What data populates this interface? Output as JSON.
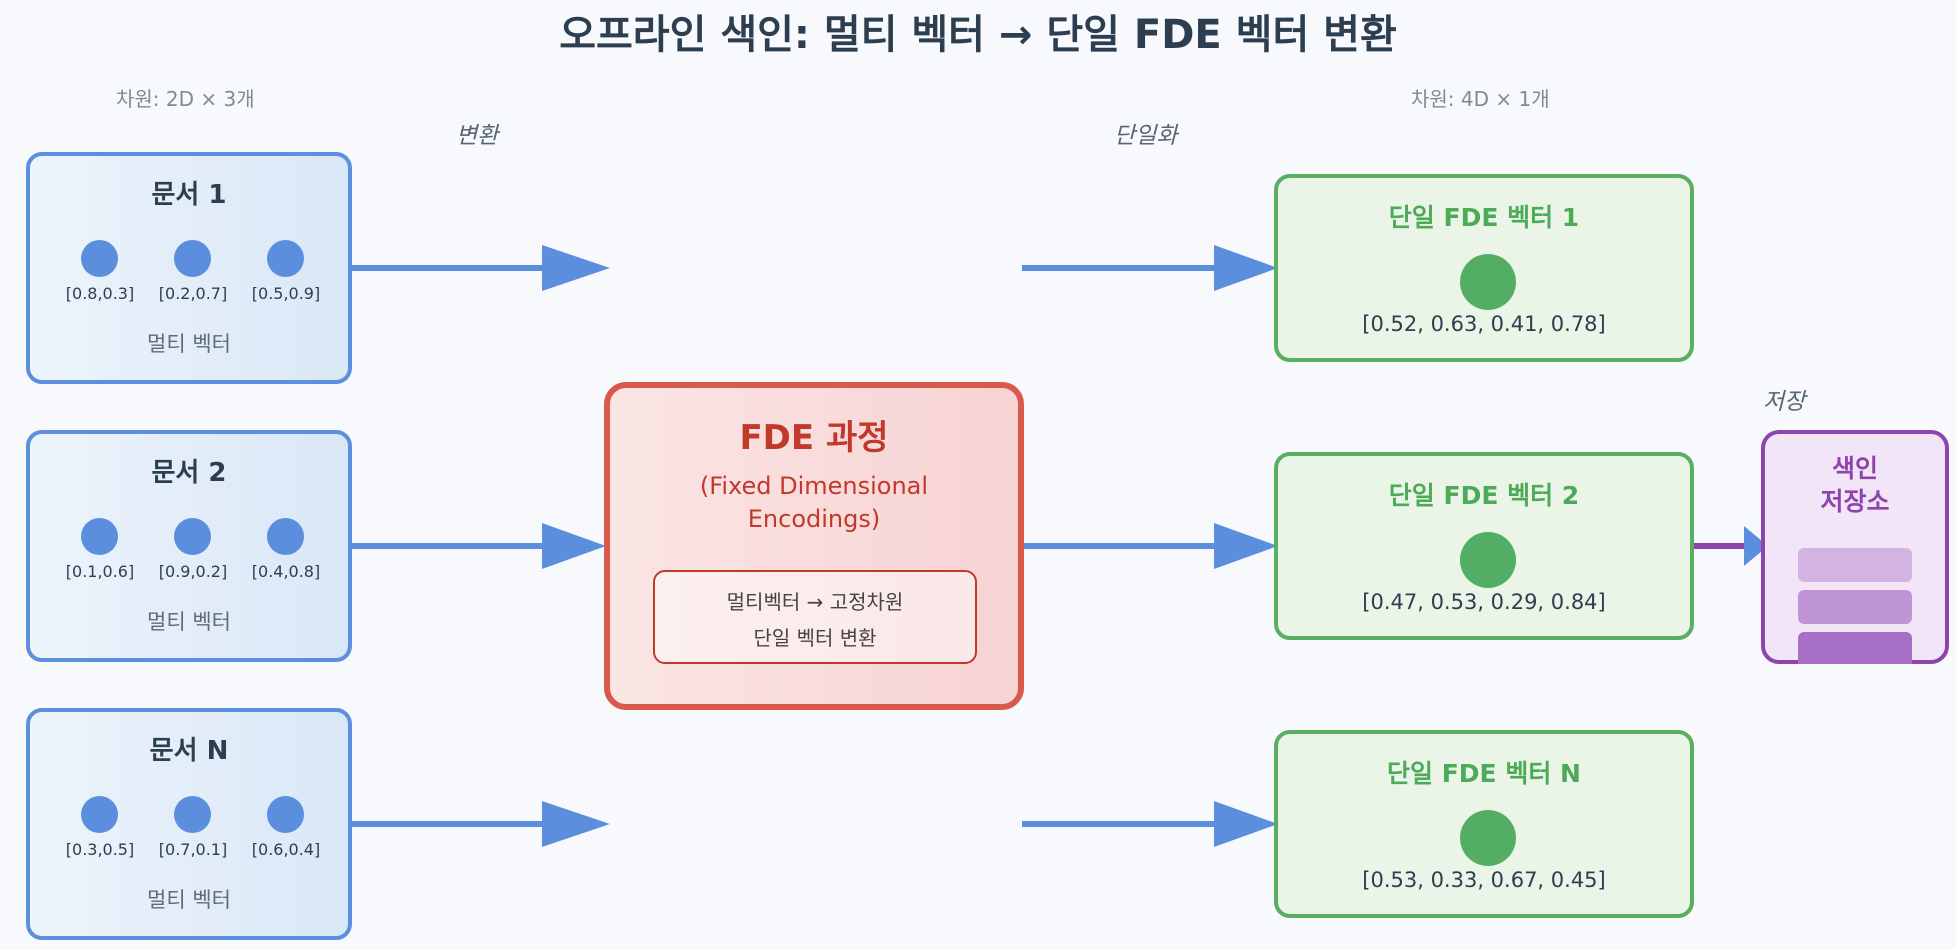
{
  "title": "오프라인 색인: 멀티 벡터 → 단일 FDE 벡터 변환",
  "captions": {
    "left_dim": "차원: 2D × 3개",
    "right_dim": "차원: 4D × 1개",
    "transform": "변환",
    "singularize": "단일화",
    "store": "저장"
  },
  "documents": [
    {
      "title": "문서 1",
      "vectors": [
        "[0.8,0.3]",
        "[0.2,0.7]",
        "[0.5,0.9]"
      ],
      "caption": "멀티 벡터"
    },
    {
      "title": "문서 2",
      "vectors": [
        "[0.1,0.6]",
        "[0.9,0.2]",
        "[0.4,0.8]"
      ],
      "caption": "멀티 벡터"
    },
    {
      "title": "문서 N",
      "vectors": [
        "[0.3,0.5]",
        "[0.7,0.1]",
        "[0.6,0.4]"
      ],
      "caption": "멀티 벡터"
    }
  ],
  "fde": {
    "title": "FDE 과정",
    "subtitle_line1": "(Fixed Dimensional",
    "subtitle_line2": "Encodings)",
    "desc_line1": "멀티벡터 → 고정차원",
    "desc_line2": "단일 벡터 변환"
  },
  "fde_vectors": [
    {
      "title": "단일 FDE 벡터 1",
      "values": "[0.52, 0.63, 0.41, 0.78]"
    },
    {
      "title": "단일 FDE 벡터 2",
      "values": "[0.47, 0.53, 0.29, 0.84]"
    },
    {
      "title": "단일 FDE 벡터 N",
      "values": "[0.53, 0.33, 0.67, 0.45]"
    }
  ],
  "store": {
    "title_line1": "색인",
    "title_line2": "저장소"
  },
  "colors": {
    "document": "#5d8fdc",
    "fde": "#d9594c",
    "vector": "#5aae62",
    "store": "#8e44ad"
  }
}
